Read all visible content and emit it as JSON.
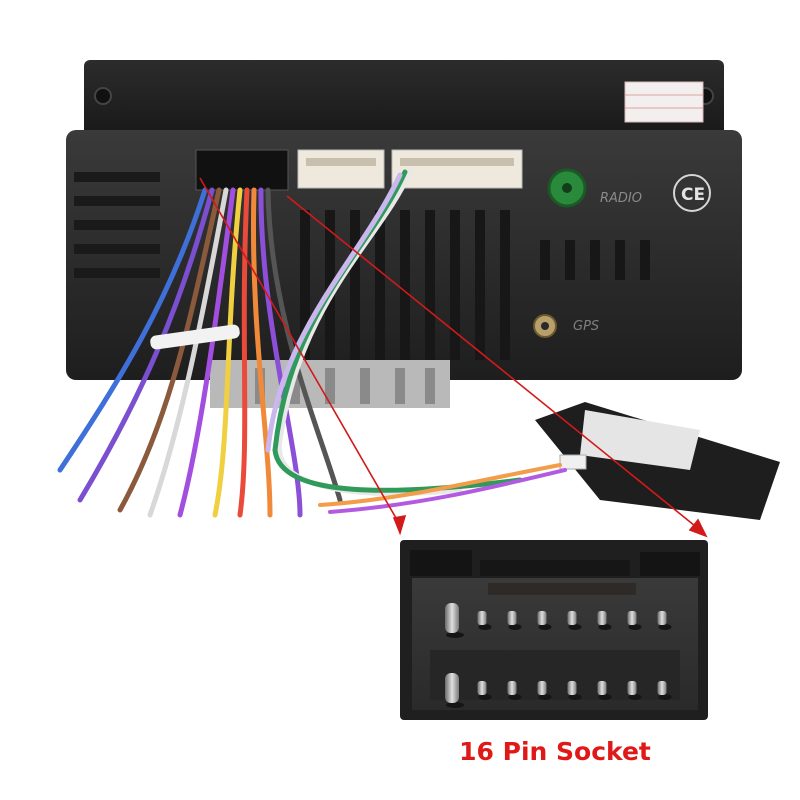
{
  "labels": {
    "radio_port": "RADIO",
    "gps_port": "GPS",
    "ce_mark": "CE"
  },
  "caption": {
    "text": "16 Pin Socket"
  },
  "colors": {
    "caption": "#e01818",
    "pointer_line": "#d21a1a",
    "unit_body": "#262626",
    "radio_port": "#2a8a3c"
  },
  "socket": {
    "rows": 2,
    "pins_per_row": 8,
    "pin_count": 16
  }
}
